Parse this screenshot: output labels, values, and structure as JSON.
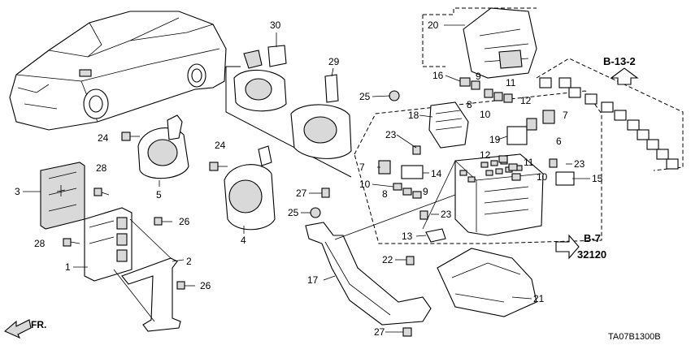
{
  "diagram": {
    "code": "TA07B1300B",
    "direction_label": "FR.",
    "references": [
      {
        "id": "ref-b13-2",
        "text": "B-13-2"
      },
      {
        "id": "ref-b7",
        "text": "B-7"
      },
      {
        "id": "ref-32120",
        "text": "32120"
      }
    ],
    "callouts": [
      {
        "n": "1"
      },
      {
        "n": "2"
      },
      {
        "n": "3"
      },
      {
        "n": "4"
      },
      {
        "n": "5"
      },
      {
        "n": "6"
      },
      {
        "n": "7"
      },
      {
        "n": "7"
      },
      {
        "n": "8"
      },
      {
        "n": "8"
      },
      {
        "n": "9"
      },
      {
        "n": "9"
      },
      {
        "n": "10"
      },
      {
        "n": "10"
      },
      {
        "n": "10"
      },
      {
        "n": "11"
      },
      {
        "n": "11"
      },
      {
        "n": "12"
      },
      {
        "n": "12"
      },
      {
        "n": "13"
      },
      {
        "n": "14"
      },
      {
        "n": "15"
      },
      {
        "n": "16"
      },
      {
        "n": "17"
      },
      {
        "n": "18"
      },
      {
        "n": "19"
      },
      {
        "n": "20"
      },
      {
        "n": "21"
      },
      {
        "n": "22"
      },
      {
        "n": "23"
      },
      {
        "n": "23"
      },
      {
        "n": "23"
      },
      {
        "n": "24"
      },
      {
        "n": "24"
      },
      {
        "n": "25"
      },
      {
        "n": "25"
      },
      {
        "n": "26"
      },
      {
        "n": "26"
      },
      {
        "n": "27"
      },
      {
        "n": "27"
      },
      {
        "n": "28"
      },
      {
        "n": "28"
      },
      {
        "n": "29"
      },
      {
        "n": "30"
      }
    ]
  }
}
